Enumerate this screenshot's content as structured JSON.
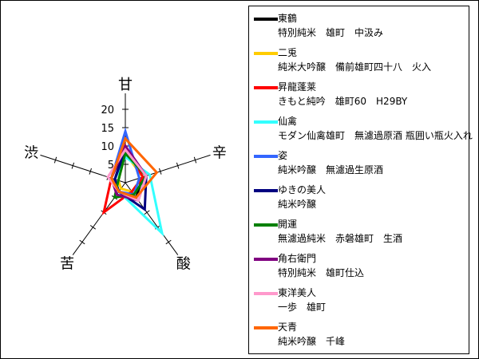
{
  "chart_data": {
    "type": "radar",
    "axes": [
      "甘",
      "辛",
      "酸",
      "苦",
      "渋"
    ],
    "rlim": [
      0,
      20
    ],
    "tick_labels": [
      "5",
      "10",
      "15",
      "20"
    ],
    "grid": false,
    "legend_position": "right",
    "series": [
      {
        "name": "東鶴",
        "subtitle": "特別純米　雄町　中汲み",
        "color": "#000000",
        "values": [
          10,
          5,
          5,
          3,
          3
        ]
      },
      {
        "name": "二兎",
        "subtitle": "純米大吟醸　備前雄町四十八　火入",
        "color": "#ffcc00",
        "values": [
          8,
          5,
          3,
          2,
          2
        ]
      },
      {
        "name": "昇龍蓬莱",
        "subtitle": "きもと純吟　雄町60　H29BY",
        "color": "#ff0000",
        "values": [
          10,
          5,
          3,
          10,
          4
        ]
      },
      {
        "name": "仙禽",
        "subtitle": "モダン仙禽雄町　無濾過原酒 瓶囲い瓶火入れ",
        "color": "#33ffff",
        "values": [
          7,
          7,
          17,
          3,
          3
        ]
      },
      {
        "name": "姿",
        "subtitle": "純米吟醸　無濾過生原酒",
        "color": "#3366ff",
        "values": [
          14,
          4,
          4,
          3,
          4
        ]
      },
      {
        "name": "ゆきの美人",
        "subtitle": "純米吟醸",
        "color": "#000080",
        "values": [
          9,
          6,
          9,
          3,
          3
        ]
      },
      {
        "name": "開運",
        "subtitle": "無濾過純米　赤磐雄町　生酒",
        "color": "#008000",
        "values": [
          8,
          6,
          4,
          5,
          2
        ]
      },
      {
        "name": "角右衛門",
        "subtitle": "特別純米　雄町仕込",
        "color": "#800080",
        "values": [
          10,
          6,
          6,
          4,
          4
        ]
      },
      {
        "name": "東洋美人",
        "subtitle": "一歩　雄町",
        "color": "#ff99cc",
        "values": [
          9,
          6,
          6,
          3,
          5
        ]
      },
      {
        "name": "天青",
        "subtitle": "純米吟醸　千峰",
        "color": "#ff6600",
        "values": [
          12,
          9,
          5,
          3,
          4
        ]
      }
    ]
  }
}
